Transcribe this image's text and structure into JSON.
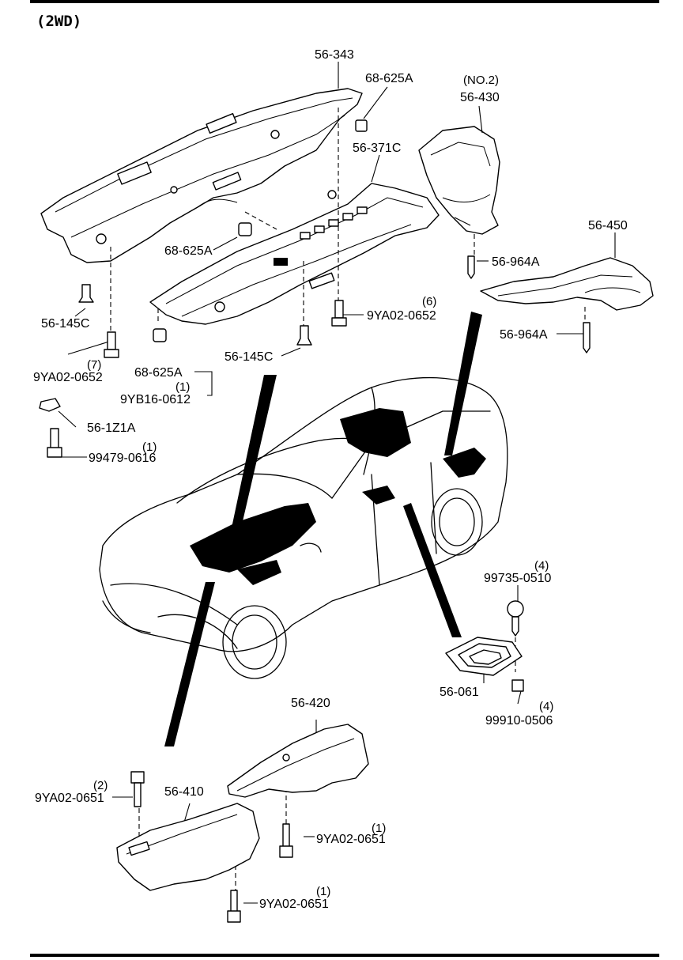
{
  "header": {
    "variant": "(2WD)"
  },
  "parts": {
    "p56_343": "56-343",
    "p68_625A_top": "68-625A",
    "p_no2": "(NO.2)",
    "p56_430": "56-430",
    "p56_371C": "56-371C",
    "p68_625A_mid": "68-625A",
    "p56_450": "56-450",
    "p56_964A_a": "56-964A",
    "p56_964A_b": "56-964A",
    "p6_qty": "(6)",
    "p9YA02_0652_right": "9YA02-0652",
    "p56_145C_left": "56-145C",
    "p56_145C_mid": "56-145C",
    "p7_qty": "(7)",
    "p9YA02_0652_left": "9YA02-0652",
    "p68_625A_low": "68-625A",
    "p1_qty_a": "(1)",
    "p9YB16_0612": "9YB16-0612",
    "p56_1Z1A": "56-1Z1A",
    "p1_qty_b": "(1)",
    "p99479_0616": "99479-0616",
    "p4_qty_a": "(4)",
    "p99735_0510": "99735-0510",
    "p56_061": "56-061",
    "p4_qty_b": "(4)",
    "p99910_0506": "99910-0506",
    "p56_420": "56-420",
    "p2_qty": "(2)",
    "p9YA02_0651_a": "9YA02-0651",
    "p56_410": "56-410",
    "p1_qty_c": "(1)",
    "p9YA02_0651_b": "9YA02-0651",
    "p1_qty_d": "(1)",
    "p9YA02_0651_c": "9YA02-0651"
  }
}
